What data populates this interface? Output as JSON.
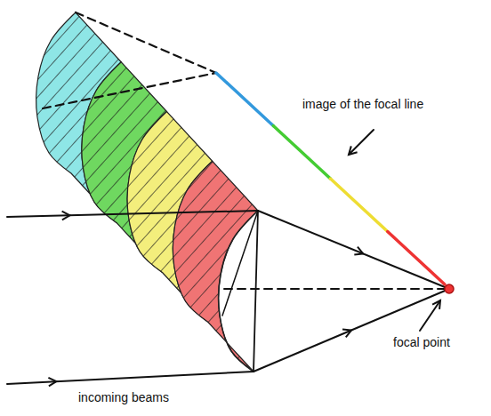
{
  "diagram": {
    "labels": [
      "image of the focal line",
      "focal point",
      "incoming beams"
    ]
  }
}
